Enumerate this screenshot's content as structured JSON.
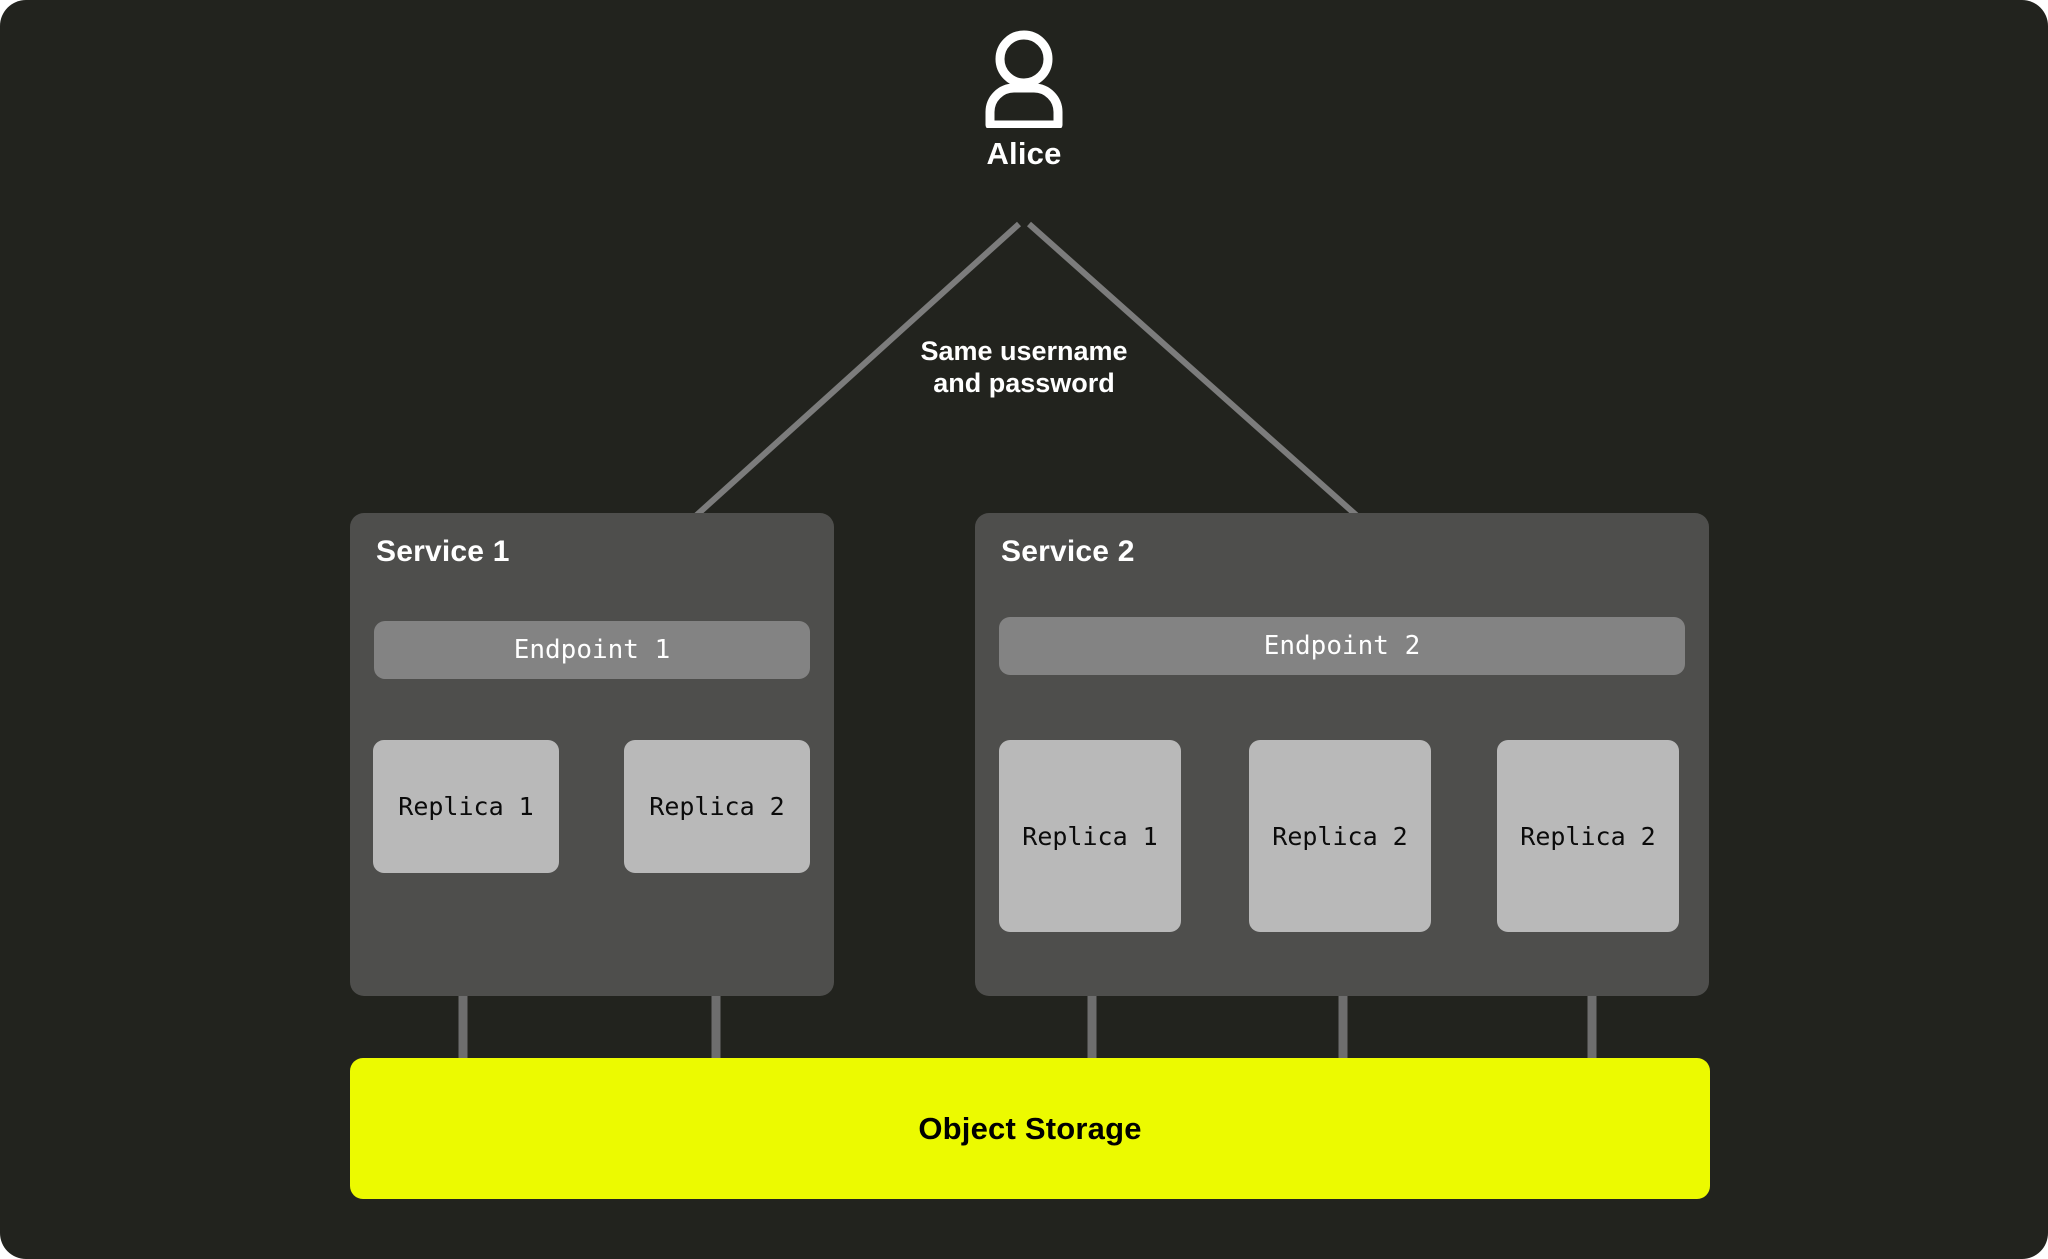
{
  "theme": {
    "canvas_bg": "#22231e",
    "service_bg": "#4e4e4c",
    "endpoint_bg": "#838383",
    "replica_bg": "#b9b9b9",
    "storage_bg": "#ecfa00",
    "wire_color": "#6e6e6e",
    "arrow_color": "#7c7c7c",
    "text_light": "#ffffff",
    "text_dark": "#000000"
  },
  "actor": {
    "icon": "user-icon",
    "name": "Alice"
  },
  "trust_note": {
    "line1": "Same username",
    "line2": "and password"
  },
  "services": [
    {
      "id": "service-1",
      "title": "Service 1",
      "endpoint": "Endpoint 1",
      "replicas": [
        "Replica 1",
        "Replica 2"
      ]
    },
    {
      "id": "service-2",
      "title": "Service 2",
      "endpoint": "Endpoint 2",
      "replicas": [
        "Replica 1",
        "Replica 2",
        "Replica 2"
      ]
    }
  ],
  "storage": {
    "label": "Object Storage"
  }
}
